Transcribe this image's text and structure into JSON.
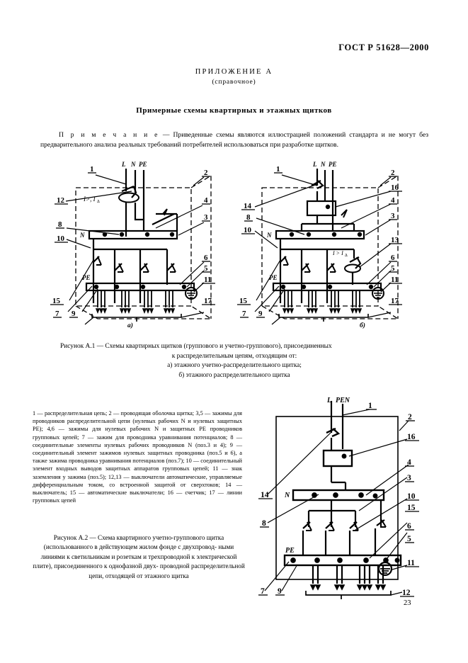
{
  "document": {
    "standard_number": "ГОСТ Р 51628—2000",
    "appendix_title": "ПРИЛОЖЕНИЕ А",
    "appendix_subtitle": "(справочное)",
    "section_title": "Примерные схемы квартирных и этажных щитков",
    "page_number": "23"
  },
  "note": {
    "label": "П р и м е ч а н и е",
    "text": " — Приведенные схемы являются иллюстрацией положений стандарта и не могут без предварительного анализа реальных требований потребителей использоваться при разработке щитков."
  },
  "figure_1": {
    "caption_line_1": "Рисунок А.1 — Схемы квартирных щитков (группового и учетно-группового), присоединенных",
    "caption_line_2": "к распределительным цепям, отходящим от:",
    "caption_line_3": "а)   этажного учетно-распределительного щитка;",
    "caption_line_4": "б)   этажного распределительного щитка",
    "sublabel_a": "а)",
    "sublabel_b": "б)",
    "terminals": "L  N  PE",
    "bus_n": "N",
    "bus_pe": "PE",
    "rcd_label": "I>, I∆",
    "callouts_a": [
      "1",
      "2",
      "12",
      "8",
      "10",
      "4",
      "3",
      "6",
      "5",
      "11",
      "17",
      "15",
      "7",
      "9"
    ],
    "callouts_b": [
      "1",
      "2",
      "14",
      "8",
      "10",
      "16",
      "4",
      "3",
      "13",
      "6",
      "5",
      "11",
      "17",
      "15",
      "7",
      "9"
    ]
  },
  "figure_2": {
    "caption_line_1": "Рисунок А.2 — Схема квартирного учетно-группового щитка",
    "caption_line_2": "(использованного в действующем жилом фонде с двухпровод-",
    "caption_line_3": "ными линиями к светильникам и розеткам и трехпроводной к",
    "caption_line_4": "электрической плите), присоединенного к однофазной двух-",
    "caption_line_5": "проводной распределительной цепи, отходящей от этажного",
    "caption_line_6": "щитка",
    "terminals": "L  PEN",
    "bus_n": "N",
    "bus_pe": "PE",
    "callouts": [
      "1",
      "2",
      "16",
      "14",
      "8",
      "4",
      "3",
      "10",
      "15",
      "6",
      "5",
      "11",
      "7",
      "9",
      "12"
    ]
  },
  "legend": {
    "items_text": "1 — распределительная цепь; 2 — проводящая оболочка щитка; 3,5 — зажимы для проводников распределительной цепи (нулевых рабочих N и нулевых защитных PE); 4,6 — зажимы для нулевых рабочих N и защитных PE проводников групповых цепей; 7 — зажим для проводника уравнивания потенциалов; 8 — соединительные элементы нулевых рабочих проводников N (поз.3 и 4); 9 — соединительный элемент зажимов нулевых защитных проводника (поз.5 и 6), а также зажима проводника уравнивания потенциалов (поз.7); 10 — соединительный элемент входных выводов защитных аппаратов групповых цепей; 11 — знак заземления у зажима (поз.5); 12,13 — выключатели автоматические, управляемые дифференциальным током, со встроенной защитой от сверхтоков; 14 — выключатель; 15 — автоматические выключатели; 16 — счетчик; 17 — линии групповых цепей"
  }
}
